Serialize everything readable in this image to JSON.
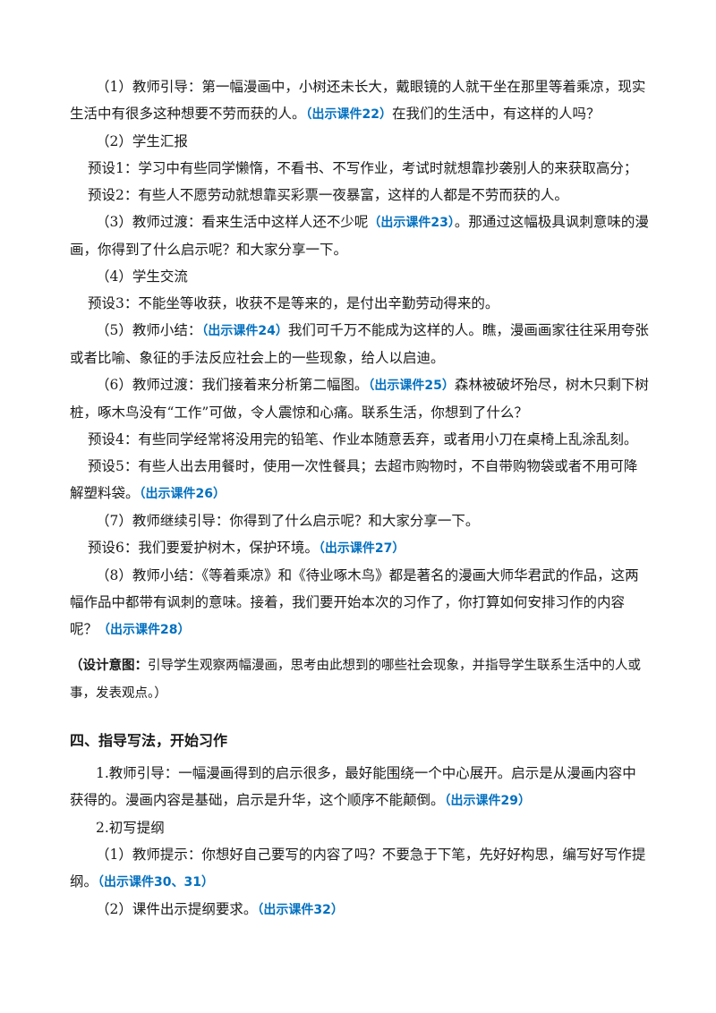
{
  "paragraphs": {
    "p1": {
      "a": "（1）教师引导：第一幅漫画中，小树还未长大，戴眼镜的人就干坐在那里等着乘凉，现实生活中有很多这种想要不劳而获的人。",
      "ref": "（出示课件22）",
      "b": "在我们的生活中，有这样的人吗？"
    },
    "p2": "（2）学生汇报",
    "p3": "预设1：学习中有些同学懒惰，不看书、不写作业，考试时就想靠抄袭别人的来获取高分；",
    "p4": "预设2：有些人不愿劳动就想靠买彩票一夜暴富，这样的人都是不劳而获的人。",
    "p5": {
      "a": "（3）教师过渡：看来生活中这样人还不少呢",
      "ref": "（出示课件23）",
      "b": "。那通过这幅极具讽刺意味的漫画，你得到了什么启示呢？和大家分享一下。"
    },
    "p6": "（4）学生交流",
    "p7": "预设3：不能坐等收获，收获不是等来的，是付出辛勤劳动得来的。",
    "p8": {
      "a": "（5）教师小结：",
      "ref": "（出示课件24）",
      "b": "我们可千万不能成为这样的人。瞧，漫画画家往往采用夸张或者比喻、象征的手法反应社会上的一些现象，给人以启迪。"
    },
    "p9": {
      "a": "（6）教师过渡：我们接着来分析第二幅图。",
      "ref": "（出示课件25）",
      "b": "森林被破坏殆尽，树木只剩下树桩，啄木鸟没有“工作”可做，令人震惊和心痛。联系生活，你想到了什么？"
    },
    "p10": "预设4：有些同学经常将没用完的铅笔、作业本随意丢弃，或者用小刀在桌椅上乱涂乱刻。",
    "p11": {
      "a": "预设5：有些人出去用餐时，使用一次性餐具；去超市购物时，不自带购物袋或者不用可降解塑料袋。",
      "ref": "（出示课件26）"
    },
    "p12": "（7）教师继续引导：你得到了什么启示呢？和大家分享一下。",
    "p13": {
      "a": "预设6：我们要爱护树木，保护环境。",
      "ref": "（出示课件27）"
    },
    "p14": {
      "a": "（8）教师小结：《等着乘凉》和《待业啄木鸟》都是著名的漫画大师华君武的作品，这两幅作品中都带有讽刺的意味。接着，我们要开始本次的习作了，你打算如何安排习作的内容呢？",
      "ref": "（出示课件28）"
    },
    "design": {
      "label": "（设计意图：",
      "text": "引导学生观察两幅漫画，思考由此想到的哪些社会现象，并指导学生联系生活中的人或事，发表观点。）"
    },
    "heading": "四、指导写法，开始习作",
    "p15": {
      "a": "1.教师引导：一幅漫画得到的启示很多，最好能围绕一个中心展开。启示是从漫画内容中获得的。漫画内容是基础，启示是升华，这个顺序不能颠倒。",
      "ref": "（出示课件29）"
    },
    "p16": "2.初写提纲",
    "p17": {
      "a": "（1）教师提示：你想好自己要写的内容了吗？不要急于下笔，先好好构思，编写好写作提纲。",
      "ref": "（出示课件30、31）"
    },
    "p18": {
      "a": "（2）课件出示提纲要求。",
      "ref": "（出示课件32）"
    }
  },
  "colors": {
    "link": "#0070c0",
    "text": "#1a1a1a"
  }
}
